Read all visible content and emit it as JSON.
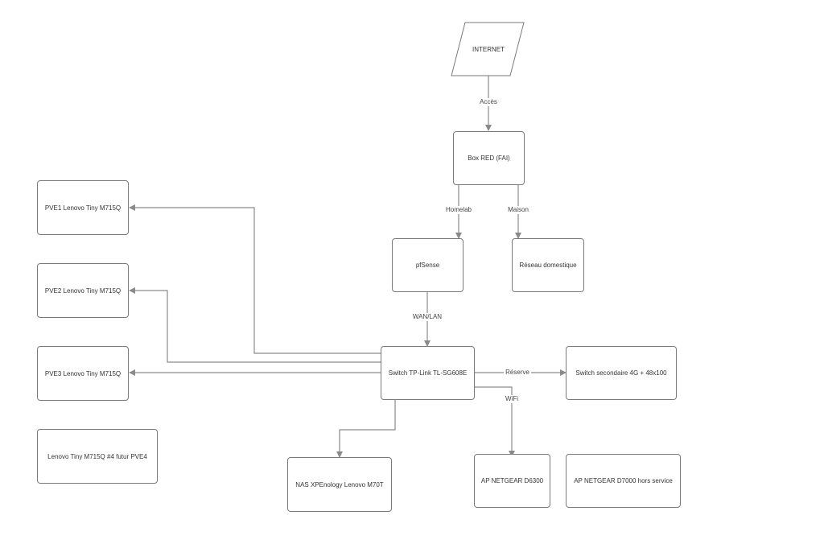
{
  "nodes": {
    "internet": "INTERNET",
    "box": "Box RED (FAI)",
    "pfsense": "pfSense",
    "reseau": "Réseau domestique",
    "switch": "Switch TP-Link TL-SG608E",
    "switch2": "Switch secondaire 4G + 48x100",
    "pve1": "PVE1 Lenovo Tiny M715Q",
    "pve2": "PVE2 Lenovo Tiny M715Q",
    "pve3": "PVE3 Lenovo Tiny M715Q",
    "pve4": "Lenovo Tiny M715Q #4 futur PVE4",
    "nas": "NAS XPEnology Lenovo M70T",
    "ap1": "AP NETGEAR D6300",
    "ap2": "AP NETGEAR D7000 hors service"
  },
  "edges": {
    "acces": "Accès",
    "homelab": "Homelab",
    "maison": "Maison",
    "wanlan": "WAN/LAN",
    "reserve": "Réserve",
    "wifi": "WiFi"
  },
  "colors": {
    "line": "#8a8a8a",
    "border": "#7a7a7a",
    "text": "#333333"
  }
}
